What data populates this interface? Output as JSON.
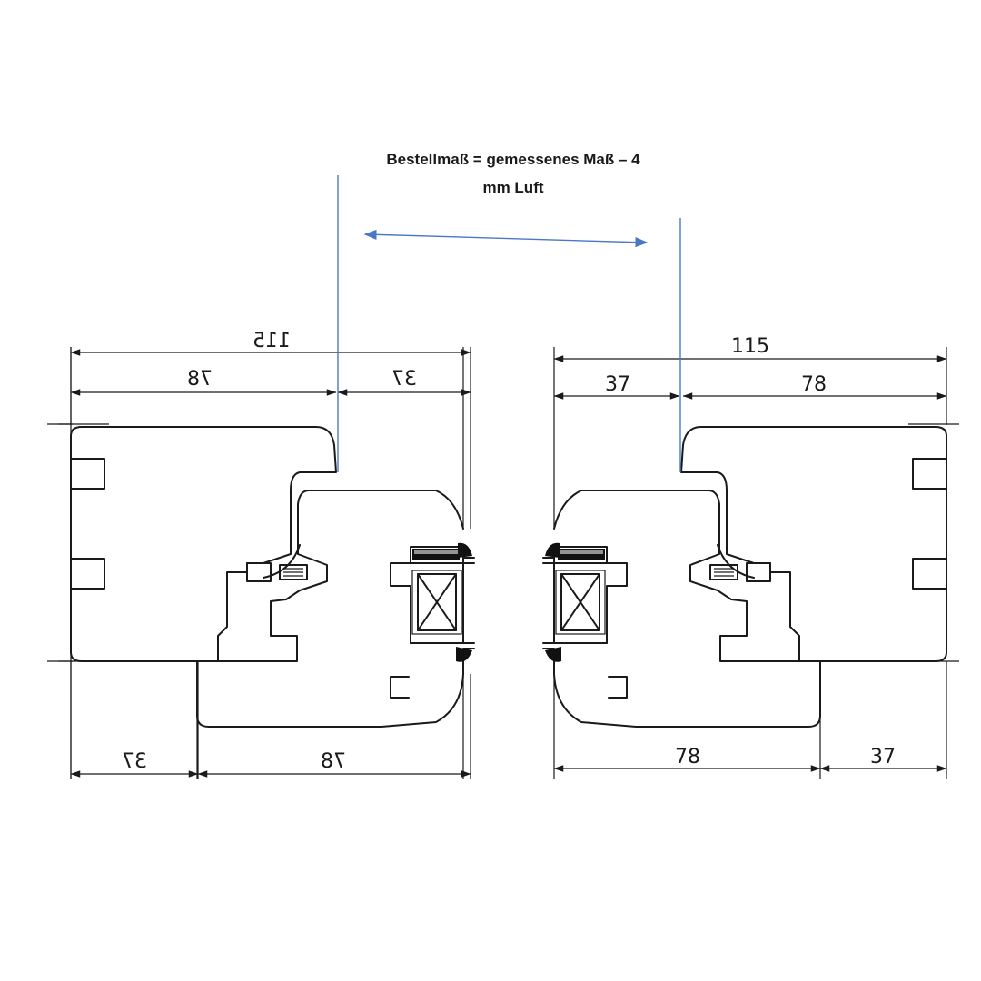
{
  "caption": {
    "line1": "Bestellmaß = gemessenes Maß – 4",
    "line2": "mm Luft"
  },
  "colors": {
    "line": "#1a1a1a",
    "accent": "#4a78c4",
    "seal": "#111111",
    "background": "#ffffff"
  },
  "left_profile": {
    "dim_total": "115",
    "dim_top_wide": "78",
    "dim_top_narrow": "37",
    "dim_bottom_narrow": "37",
    "dim_bottom_wide": "78"
  },
  "right_profile": {
    "dim_total": "115",
    "dim_top_narrow": "37",
    "dim_top_wide": "78",
    "dim_bottom_wide": "78",
    "dim_bottom_narrow": "37"
  }
}
